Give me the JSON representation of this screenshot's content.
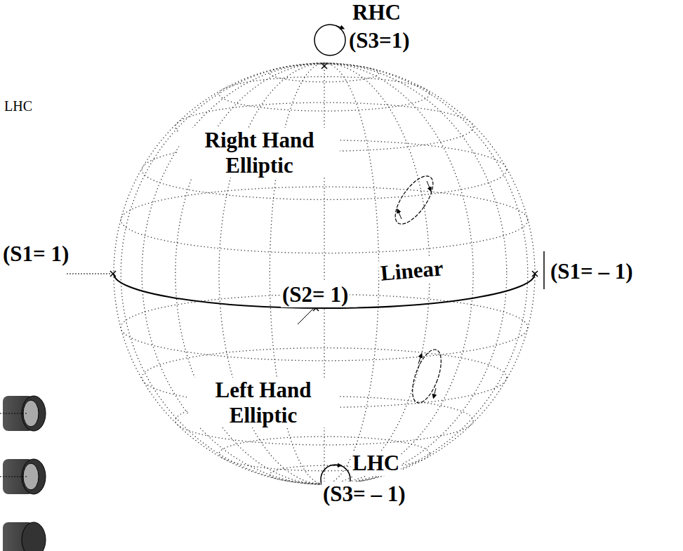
{
  "diagram": {
    "labels": [
      "LHC",
      "RHC",
      "(S3=1)",
      "Right Hand Elliptic",
      "(S1= 1)",
      "(S2= 1)",
      "Linear",
      "(S1= – 1)",
      "Left Hand Elliptic",
      "LHC",
      "(S3= – 1)"
    ]
  }
}
